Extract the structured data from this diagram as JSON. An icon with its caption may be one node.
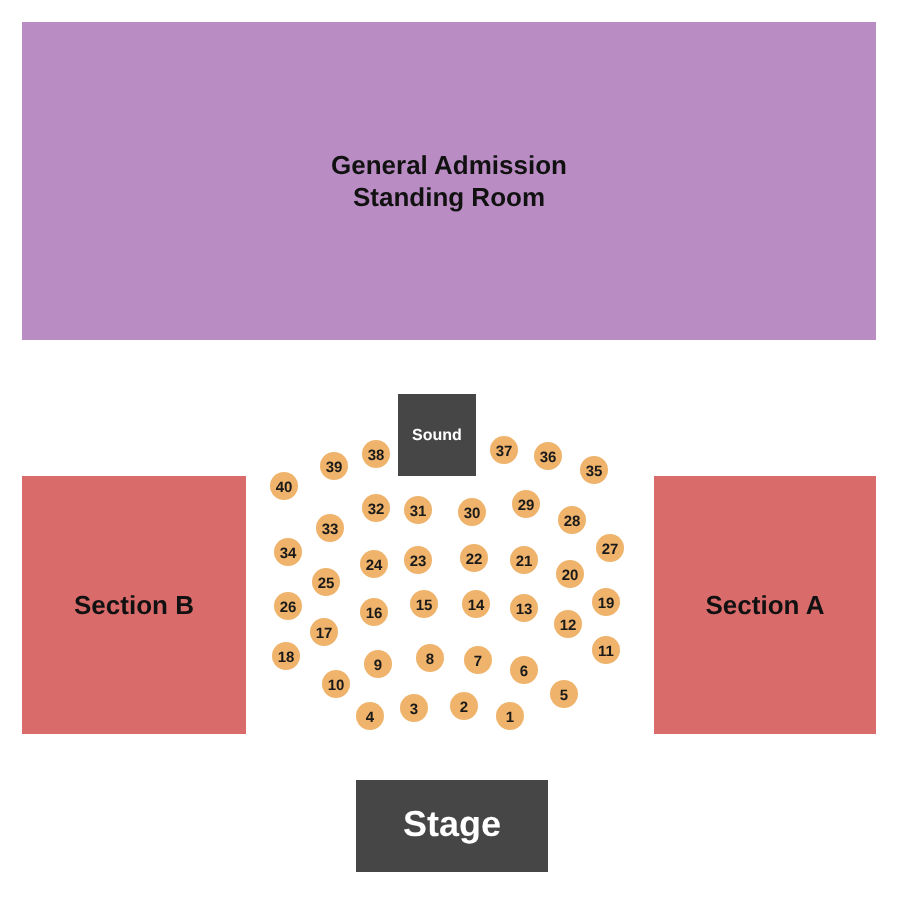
{
  "diagram": {
    "nodes": [
      {
        "text": [
          "General Admission Standing Room"
        ]
      },
      {
        "text": [
          "Sound"
        ]
      },
      {
        "text": [
          "Section B"
        ]
      },
      {
        "text": [
          "Section A"
        ]
      },
      {
        "text": [
          "1"
        ]
      },
      {
        "text": [
          "2"
        ]
      },
      {
        "text": [
          "3"
        ]
      },
      {
        "text": [
          "4"
        ]
      },
      {
        "text": [
          "5"
        ]
      },
      {
        "text": [
          "6"
        ]
      },
      {
        "text": [
          "7"
        ]
      },
      {
        "text": [
          "8"
        ]
      },
      {
        "text": [
          "9"
        ]
      },
      {
        "text": [
          "10"
        ]
      },
      {
        "text": [
          "11"
        ]
      },
      {
        "text": [
          "12"
        ]
      },
      {
        "text": [
          "13"
        ]
      },
      {
        "text": [
          "14"
        ]
      },
      {
        "text": [
          "15"
        ]
      },
      {
        "text": [
          "16"
        ]
      },
      {
        "text": [
          "17"
        ]
      },
      {
        "text": [
          "18"
        ]
      },
      {
        "text": [
          "19"
        ]
      },
      {
        "text": [
          "20"
        ]
      },
      {
        "text": [
          "21"
        ]
      },
      {
        "text": [
          "22"
        ]
      },
      {
        "text": [
          "23"
        ]
      },
      {
        "text": [
          "24"
        ]
      },
      {
        "text": [
          "25"
        ]
      },
      {
        "text": [
          "26"
        ]
      },
      {
        "text": [
          "27"
        ]
      },
      {
        "text": [
          "28"
        ]
      },
      {
        "text": [
          "29"
        ]
      },
      {
        "text": [
          "30"
        ]
      },
      {
        "text": [
          "31"
        ]
      },
      {
        "text": [
          "32"
        ]
      },
      {
        "text": [
          "33"
        ]
      },
      {
        "text": [
          "34"
        ]
      },
      {
        "text": [
          "35"
        ]
      },
      {
        "text": [
          "36"
        ]
      },
      {
        "text": [
          "37"
        ]
      },
      {
        "text": [
          "38"
        ]
      },
      {
        "text": [
          "39"
        ]
      },
      {
        "text": [
          "40"
        ]
      },
      {
        "text": [
          "Stage"
        ]
      }
    ],
    "edges": []
  }
}
